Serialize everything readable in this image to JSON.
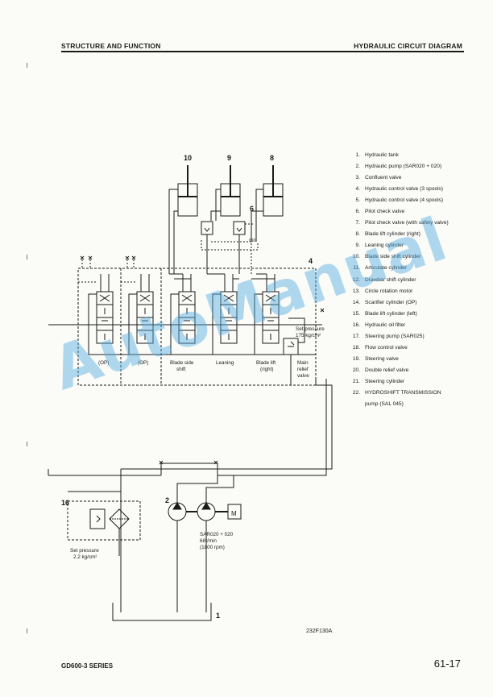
{
  "header": {
    "left": "STRUCTURE AND FUNCTION",
    "right": "HYDRAULIC CIRCUIT DIAGRAM"
  },
  "diagram": {
    "callouts": {
      "c10": "10",
      "c9": "9",
      "c8": "8",
      "c6": "6",
      "c4": "4",
      "c16": "16",
      "c2": "2",
      "c1": "1"
    },
    "spool_labels": {
      "op1": "(OP)",
      "op2": "(OP)",
      "blade_side_1": "Blade side",
      "blade_side_2": "shift",
      "leaning": "Leaning",
      "blade_lift_1": "Blade lift",
      "blade_lift_2": "(right)",
      "main_relief_1": "Main",
      "main_relief_2": "relief",
      "main_relief_3": "valve"
    },
    "set_pressure_main": {
      "line1": "Set pressure",
      "line2": "175 kg/cm²"
    },
    "set_pressure_filter": {
      "line1": "Set pressure",
      "line2": "2.2 kg/cm²"
    },
    "pump_info": {
      "line1": "SAR020 + 020",
      "line2": "68ℓ/min",
      "line3": "(1800 rpm)"
    },
    "motor_label": "M",
    "small_label": "010"
  },
  "legend": [
    {
      "num": "1.",
      "text": "Hydraulic tank"
    },
    {
      "num": "2.",
      "text": "Hydraulic pump (SAR020 + 020)"
    },
    {
      "num": "3.",
      "text": "Confluent valve"
    },
    {
      "num": "4.",
      "text": "Hydraulic control valve (3 spools)"
    },
    {
      "num": "5.",
      "text": "Hydraulic control valve (4 spools)"
    },
    {
      "num": "6.",
      "text": "Pilot check valve"
    },
    {
      "num": "7.",
      "text": "Pilot check valve (with safety valve)"
    },
    {
      "num": "8.",
      "text": "Blade lift cylinder (right)"
    },
    {
      "num": "9.",
      "text": "Leaning cylinder"
    },
    {
      "num": "10.",
      "text": "Blade side shift cylinder"
    },
    {
      "num": "11.",
      "text": "Articulate cylinder"
    },
    {
      "num": "12.",
      "text": "Drawbar shift cylinder"
    },
    {
      "num": "13.",
      "text": "Circle rotation motor"
    },
    {
      "num": "14.",
      "text": "Scarifier cylinder (OP)"
    },
    {
      "num": "15.",
      "text": "Blade lift cylinder (left)"
    },
    {
      "num": "16.",
      "text": "Hydraulic oil filter"
    },
    {
      "num": "17.",
      "text": "Steering pump (SAR025)"
    },
    {
      "num": "18.",
      "text": "Flow control valve"
    },
    {
      "num": "19.",
      "text": "Steering valve"
    },
    {
      "num": "20.",
      "text": "Double relief valve"
    },
    {
      "num": "21.",
      "text": "Steering cylinder"
    },
    {
      "num": "22.",
      "text": "HYDROSHIFT TRANSMISSION"
    }
  ],
  "legend_cont": "pump (SAL 045)",
  "figure_code": "232F130A",
  "footer": {
    "series": "GD600-3 SERIES",
    "page": "61-17"
  },
  "watermark": "AutoManual"
}
